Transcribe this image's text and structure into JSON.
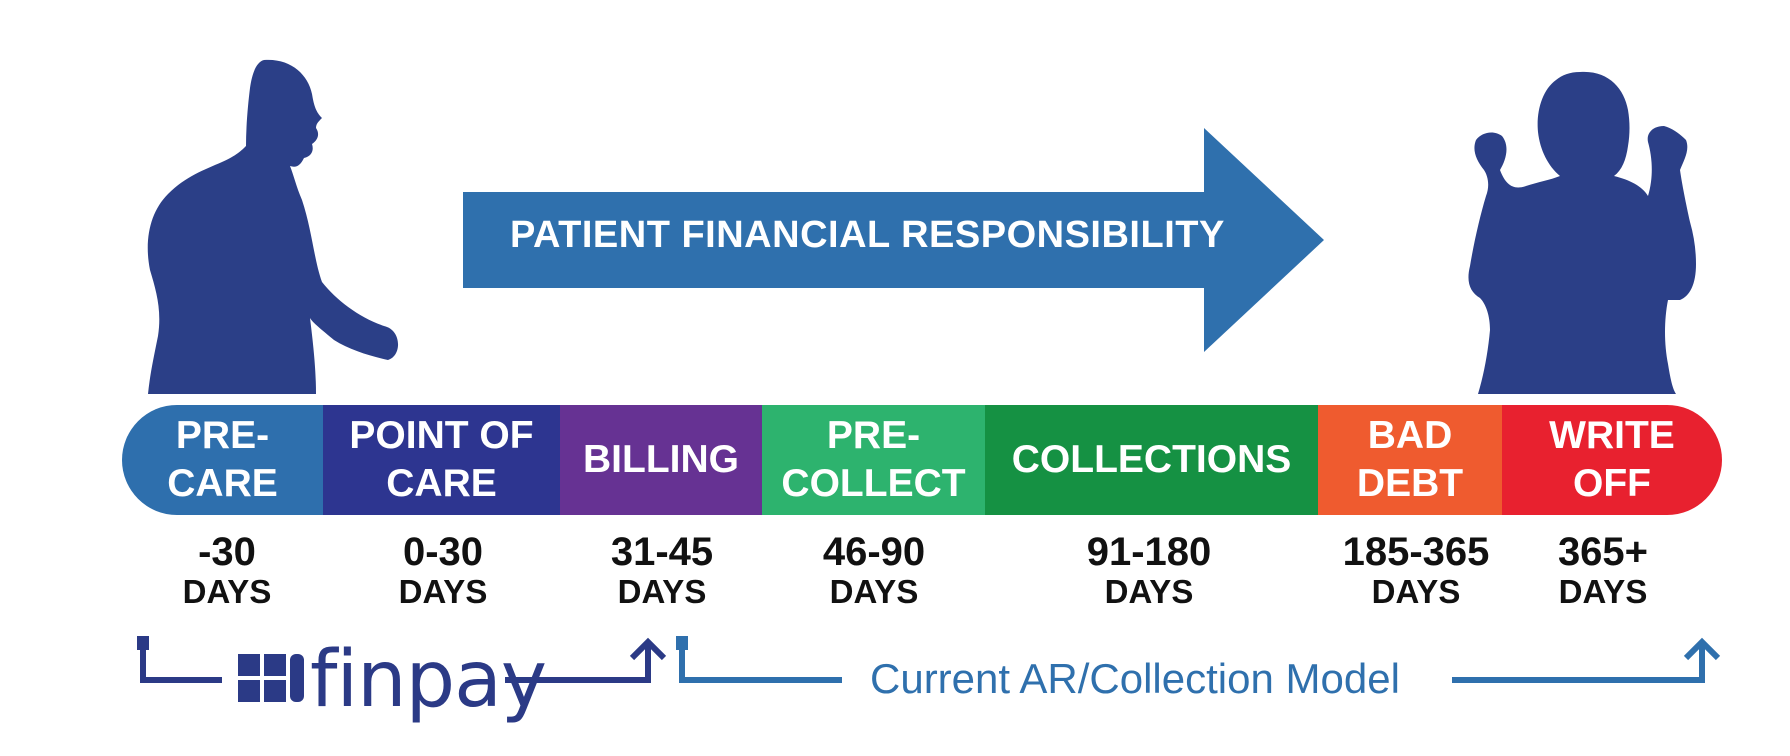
{
  "arrow": {
    "label": "PATIENT FINANCIAL RESPONSIBILITY",
    "color": "#2f70ad"
  },
  "silhouette_color": "#2b3f87",
  "stages": [
    {
      "label": "PRE-\nCARE",
      "color": "#2e6fad",
      "days_num": "-30",
      "days_unit": "DAYS"
    },
    {
      "label": "POINT OF\nCARE",
      "color": "#2d3590",
      "days_num": "0-30",
      "days_unit": "DAYS"
    },
    {
      "label": "BILLING",
      "color": "#663293",
      "days_num": "31-45",
      "days_unit": "DAYS"
    },
    {
      "label": "PRE-\nCOLLECT",
      "color": "#2db36e",
      "days_num": "46-90",
      "days_unit": "DAYS"
    },
    {
      "label": "COLLECTIONS",
      "color": "#159143",
      "days_num": "91-180",
      "days_unit": "DAYS"
    },
    {
      "label": "BAD\nDEBT",
      "color": "#ef5b2f",
      "days_num": "185-365",
      "days_unit": "DAYS"
    },
    {
      "label": "WRITE\nOFF",
      "color": "#e8212f",
      "days_num": "365+",
      "days_unit": "DAYS"
    }
  ],
  "brackets": {
    "finpay": {
      "text": "finpay",
      "color": "#2b3a86"
    },
    "current_model": {
      "text": "Current AR/Collection Model",
      "color": "#2f70ad"
    }
  }
}
